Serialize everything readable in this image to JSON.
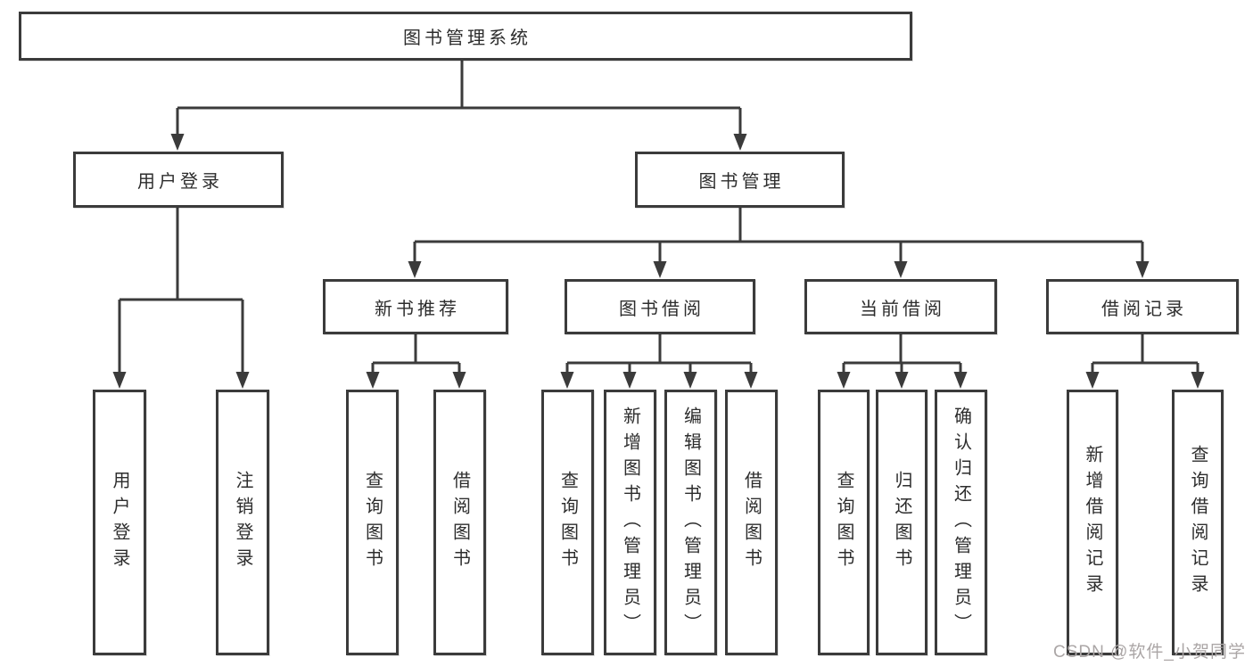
{
  "diagram": {
    "title_node": "图书管理系统",
    "nodes": {
      "root": "图书管理系统",
      "user_login": "用户登录",
      "book_management": "图书管理",
      "new_book_rec": "新书推荐",
      "book_borrow": "图书借阅",
      "current_borrow": "当前借阅",
      "borrow_records": "借阅记录",
      "leaf_user_login": "用户登录",
      "leaf_logout": "注销登录",
      "leaf_query_book_1": "查询图书",
      "leaf_borrow_book_1": "借阅图书",
      "leaf_query_book_2": "查询图书",
      "leaf_add_book_admin": "新增图书（管理员）",
      "leaf_edit_book_admin": "编辑图书（管理员）",
      "leaf_borrow_book_2": "借阅图书",
      "leaf_query_book_3": "查询图书",
      "leaf_return_book": "归还图书",
      "leaf_confirm_return_admin": "确认归还（管理员）",
      "leaf_add_record": "新增借阅记录",
      "leaf_query_record": "查询借阅记录"
    },
    "hierarchy": {
      "图书管理系统": {
        "用户登录": [
          "用户登录",
          "注销登录"
        ],
        "图书管理": {
          "新书推荐": [
            "查询图书",
            "借阅图书"
          ],
          "图书借阅": [
            "查询图书",
            "新增图书（管理员）",
            "编辑图书（管理员）",
            "借阅图书"
          ],
          "当前借阅": [
            "查询图书",
            "归还图书",
            "确认归还（管理员）"
          ],
          "借阅记录": [
            "新增借阅记录",
            "查询借阅记录"
          ]
        }
      }
    },
    "colors": {
      "line": "#3b3b3b",
      "text": "#2d2d2d",
      "background": "#ffffff",
      "watermark": "#aba6a6"
    }
  },
  "watermark": "CSDN @软件_小贺同学"
}
